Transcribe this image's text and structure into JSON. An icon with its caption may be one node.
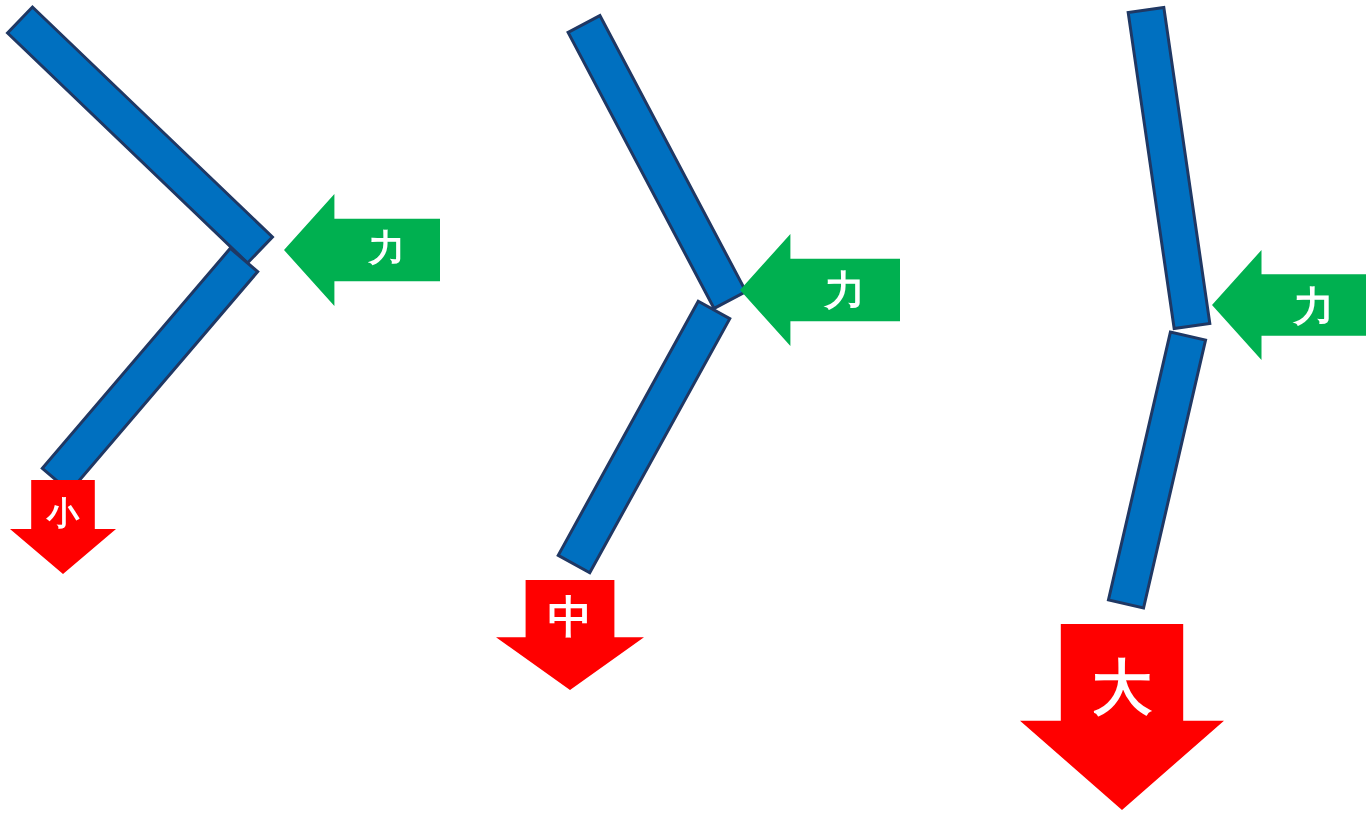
{
  "diagram": {
    "nodes": [
      {
        "text": [
          "力"
        ]
      },
      {
        "text": [
          "小"
        ]
      },
      {
        "text": [
          "力"
        ]
      },
      {
        "text": [
          "中"
        ]
      },
      {
        "text": [
          "力"
        ]
      },
      {
        "text": [
          "大"
        ]
      }
    ]
  }
}
